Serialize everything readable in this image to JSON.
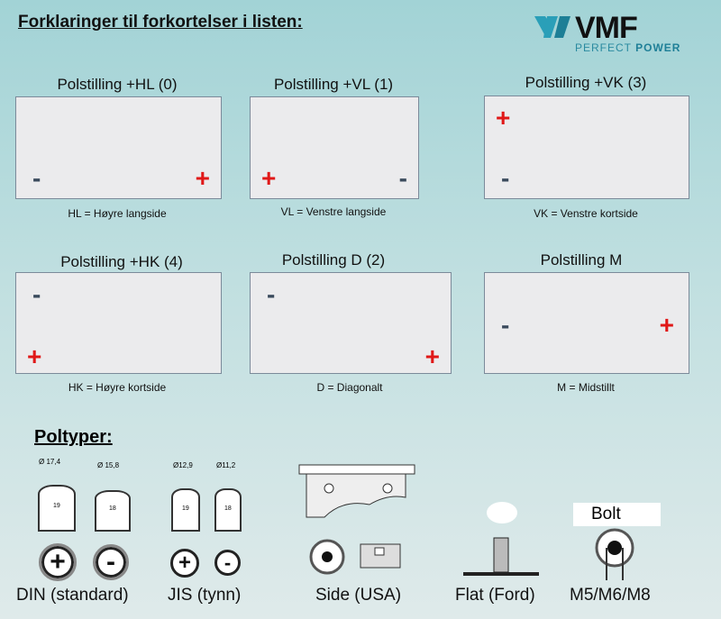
{
  "header": "Forklaringer til forkortelser i listen:",
  "logo": {
    "brand": "VMF",
    "tagline_a": "PERFECT",
    "tagline_b": "POWER"
  },
  "diagrams": [
    {
      "title": "Polstilling +HL (0)",
      "caption": "HL = Høyre langside"
    },
    {
      "title": "Polstilling +VL (1)",
      "caption": "VL = Venstre langside"
    },
    {
      "title": "Polstilling +VK (3)",
      "caption": "VK = Venstre kortside"
    },
    {
      "title": "Polstilling +HK (4)",
      "caption": "HK = Høyre kortside"
    },
    {
      "title": "Polstilling D (2)",
      "caption": "D = Diagonalt"
    },
    {
      "title": "Polstilling M",
      "caption": "M = Midstillt"
    }
  ],
  "symbols": {
    "plus": "+",
    "minus": "-"
  },
  "poltyper": {
    "heading": "Poltyper:",
    "din": {
      "label": "DIN (standard)",
      "dims": [
        "Ø 17,4",
        "Ø 15,8"
      ],
      "heights": [
        "19",
        "18"
      ]
    },
    "jis": {
      "label": "JIS (tynn)",
      "dims": [
        "Ø12,9",
        "Ø11,2"
      ],
      "heights": [
        "19",
        "18"
      ]
    },
    "side": "Side (USA)",
    "flat": "Flat (Ford)",
    "bolt": {
      "label": "M5/M6/M8",
      "tag": "Bolt"
    }
  }
}
